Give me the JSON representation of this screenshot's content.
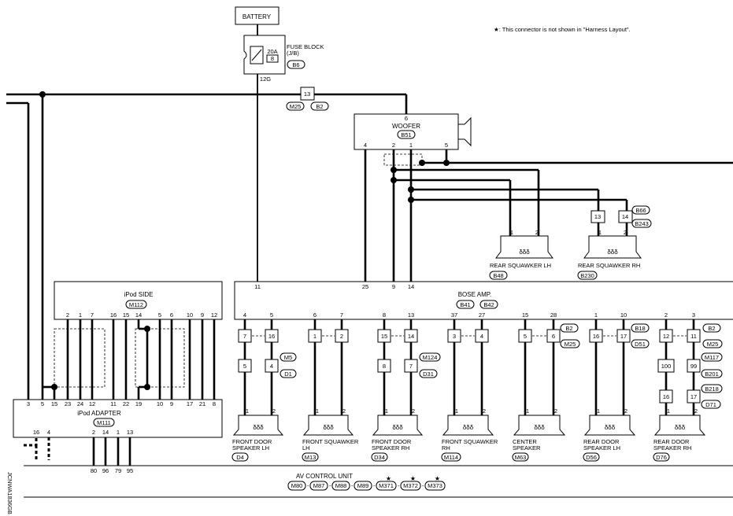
{
  "battery": "BATTERY",
  "note": "★: This connector is not shown in \"Harness Layout\".",
  "fuse": {
    "title": "FUSE BLOCK",
    "sub": "(J/B)",
    "amp": "20A",
    "num": "8",
    "conn": "B6",
    "wire": "12G"
  },
  "joint": {
    "pin": "13",
    "c1": "M25",
    "c2": "B2"
  },
  "woofer": {
    "label": "WOOFER",
    "conn": "B51",
    "pins": [
      "6",
      "4",
      "2",
      "1",
      "5"
    ]
  },
  "ipod_side": {
    "label": "iPod SIDE",
    "conn": "M112",
    "pins": [
      "2",
      "1",
      "7",
      "16",
      "15",
      "14",
      "5",
      "6",
      "10",
      "9",
      "12"
    ]
  },
  "ipod_adapter": {
    "label": "iPod ADAPTER",
    "conn": "M111",
    "pins_top": [
      "3",
      "5",
      "15",
      "23",
      "24",
      "12",
      "11",
      "22",
      "19",
      "10",
      "9",
      "17",
      "21",
      "8"
    ],
    "pins_bottom": [
      "16",
      "4",
      "2",
      "14",
      "1",
      "13"
    ]
  },
  "av_unit": {
    "label": "AV CONTROL UNIT",
    "conns": [
      "M80",
      "M87",
      "M88",
      "M89",
      "M371",
      "M372",
      "M373"
    ],
    "pins": [
      "80",
      "96",
      "79",
      "95"
    ],
    "star": "★"
  },
  "bose": {
    "label": "BOSE AMP.",
    "conn1": "B41",
    "conn2": "B42",
    "in_pins": [
      "11",
      "25",
      "9",
      "14"
    ],
    "out_pins": [
      "4",
      "5",
      "6",
      "7",
      "8",
      "13",
      "37",
      "27",
      "15",
      "28",
      "1",
      "10",
      "2",
      "3"
    ]
  },
  "connectors_row1": [
    "7",
    "16",
    "1",
    "2",
    "15",
    "14",
    "3",
    "4",
    "5",
    "6",
    "16",
    "17",
    "12",
    "11"
  ],
  "connectors_row2": [
    "5",
    "4",
    "8",
    "7",
    "100",
    "99"
  ],
  "connectors_row3": [
    "16",
    "17"
  ],
  "tags": {
    "b2a": "B2",
    "m25a": "M25",
    "b18": "B18",
    "d51": "D51",
    "b2b": "B2",
    "m25b": "M25",
    "m5": "M5",
    "d1": "D1",
    "m124": "M124",
    "d31": "D31",
    "m117": "M117",
    "b201": "B201",
    "b218": "B218",
    "d71": "D71",
    "b66": "B66",
    "b243": "B243"
  },
  "rear_pins": {
    "j1": "13",
    "j2": "14"
  },
  "speakers": [
    {
      "l1": "FRONT DOOR",
      "l2": "SPEAKER LH",
      "conn": "D4"
    },
    {
      "l1": "FRONT SQUAWKER",
      "l2": "LH",
      "conn": "M13"
    },
    {
      "l1": "FRONT DOOR",
      "l2": "SPEAKER RH",
      "conn": "D34"
    },
    {
      "l1": "FRONT SQUAWKER",
      "l2": "RH",
      "conn": "M114"
    },
    {
      "l1": "CENTER",
      "l2": "SPEAKER",
      "conn": "M63"
    },
    {
      "l1": "REAR DOOR",
      "l2": "SPEAKER LH",
      "conn": "D56"
    },
    {
      "l1": "REAR DOOR",
      "l2": "SPEAKER RH",
      "conn": "D76"
    }
  ],
  "rear_squawkers": [
    {
      "l1": "REAR SQUAWKER LH",
      "conn": "B48"
    },
    {
      "l1": "REAR SQUAWKER RH",
      "conn": "B230"
    }
  ],
  "spk_pins": [
    "1",
    "2"
  ],
  "coil": "δδδ",
  "code": "JCNWA1836GB"
}
